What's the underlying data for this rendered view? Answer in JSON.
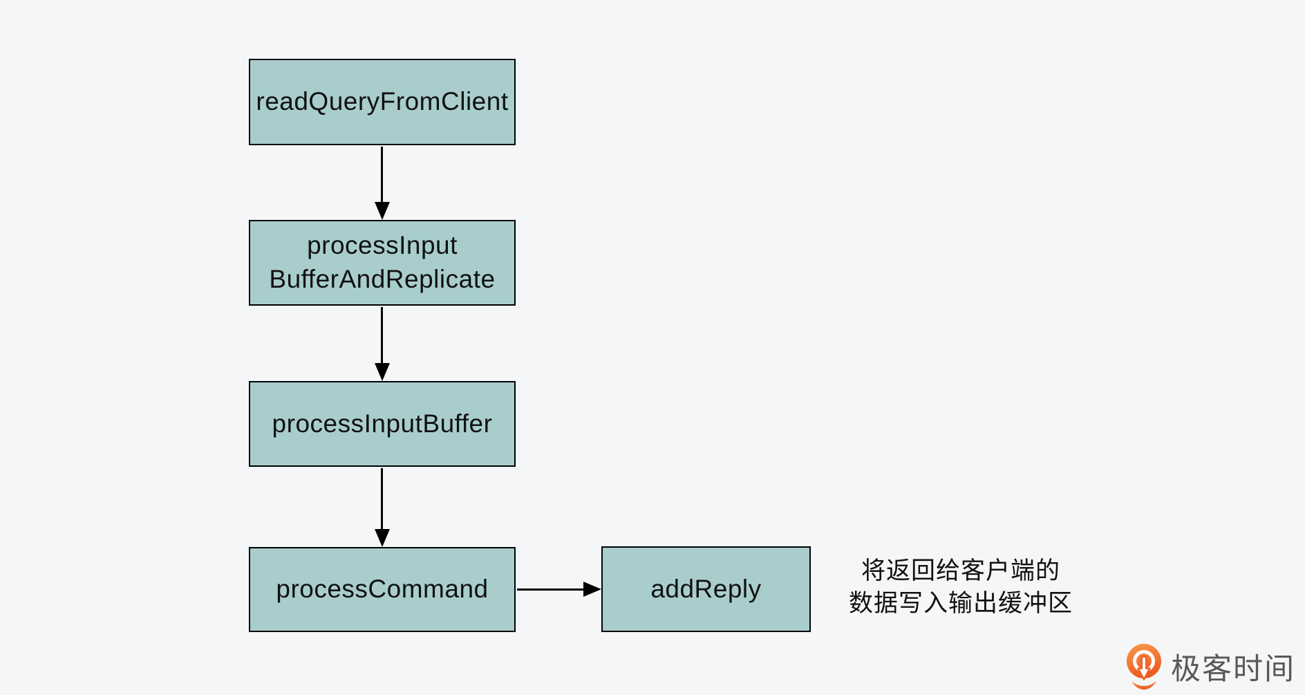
{
  "diagram": {
    "nodes": {
      "read_query": {
        "label": "readQueryFromClient"
      },
      "process_input_buffer_and_replicate": {
        "line1": "processInput",
        "line2": "BufferAndReplicate"
      },
      "process_input_buffer": {
        "label": "processInputBuffer"
      },
      "process_command": {
        "label": "processCommand"
      },
      "add_reply": {
        "label": "addReply"
      }
    },
    "edges": [
      {
        "from": "readQueryFromClient",
        "to": "processInputBufferAndReplicate",
        "direction": "down"
      },
      {
        "from": "processInputBufferAndReplicate",
        "to": "processInputBuffer",
        "direction": "down"
      },
      {
        "from": "processInputBuffer",
        "to": "processCommand",
        "direction": "down"
      },
      {
        "from": "processCommand",
        "to": "addReply",
        "direction": "right"
      }
    ],
    "annotation": {
      "line1": "将返回给客户端的",
      "line2": "数据写入输出缓冲区"
    }
  },
  "branding": {
    "logo_text": "极客时间",
    "logo_icon": "geektime-pin-icon"
  },
  "colors": {
    "background": "#f5f6f7",
    "node_fill": "#a9cdcd",
    "node_border": "#000000",
    "arrow": "#000000",
    "text": "#111111",
    "annotation_text": "#111111",
    "logo_orange_light": "#f99a4c",
    "logo_orange_dark": "#ed5a22",
    "logo_text_gray": "#585858"
  }
}
